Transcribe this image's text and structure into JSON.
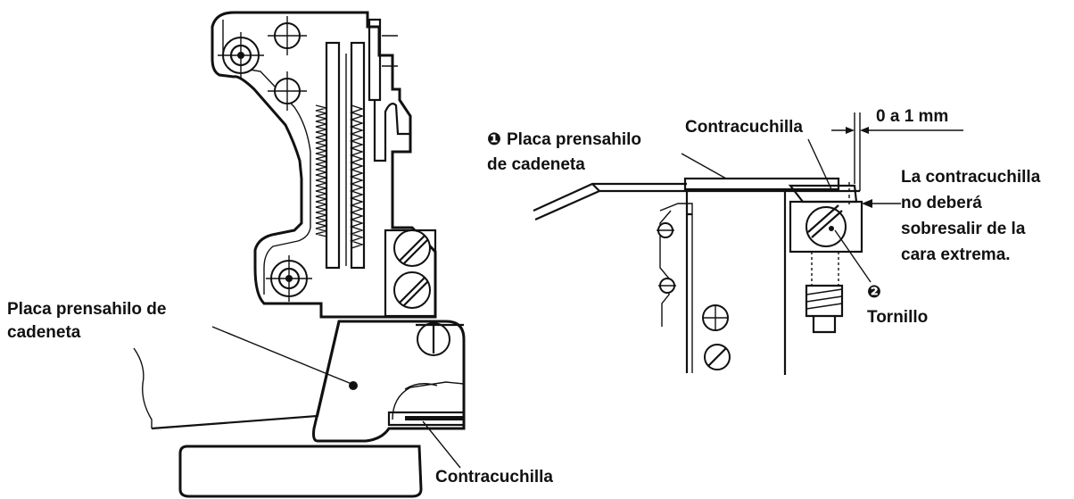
{
  "left_figure": {
    "label_plate_line1": "Placa prensahilo de",
    "label_plate_line2": "cadeneta",
    "label_counter_knife": "Contracuchilla"
  },
  "right_figure": {
    "marker_1": "❶",
    "label_plate_line1": "Placa prensahilo",
    "label_plate_line2": "de cadeneta",
    "label_counter_knife": "Contracuchilla",
    "dimension": "0 a 1 mm",
    "note_line1": "La contracuchilla",
    "note_line2": "no deberá",
    "note_line3": "sobresalir de la",
    "note_line4": "cara extrema.",
    "marker_2": "❷",
    "label_screw": "Tornillo"
  }
}
